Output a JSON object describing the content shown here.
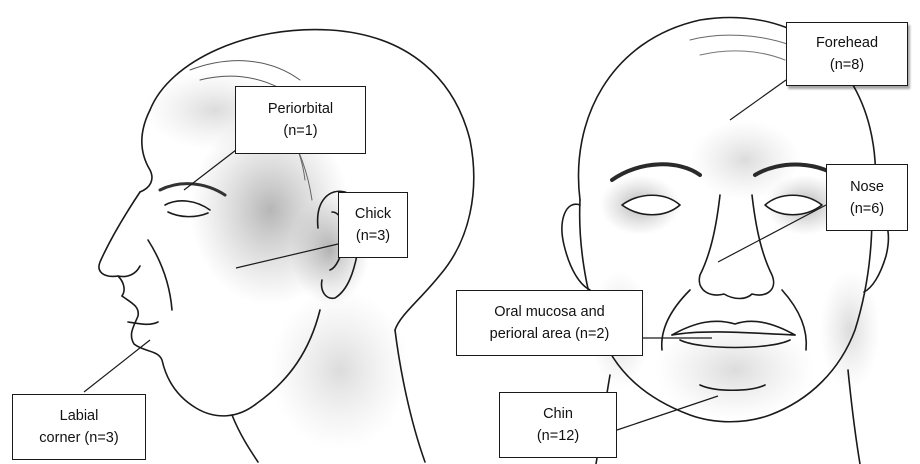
{
  "labels": {
    "periorbital": {
      "line1": "Periorbital",
      "line2": "(n=1)"
    },
    "chick": {
      "line1": "Chick",
      "line2": "(n=3)"
    },
    "labial_corner": {
      "line1": "Labial",
      "line2": "corner (n=3)"
    },
    "forehead": {
      "line1": "Forehead",
      "line2": "(n=8)"
    },
    "nose": {
      "line1": "Nose",
      "line2": "(n=6)"
    },
    "oral_mucosa": {
      "line1": "Oral mucosa and",
      "line2": "perioral area (n=2)"
    },
    "chin": {
      "line1": "Chin",
      "line2": "(n=12)"
    }
  },
  "colors": {
    "ink": "#1a1a1a",
    "shade": "#8a8a8a",
    "paper": "#ffffff"
  }
}
